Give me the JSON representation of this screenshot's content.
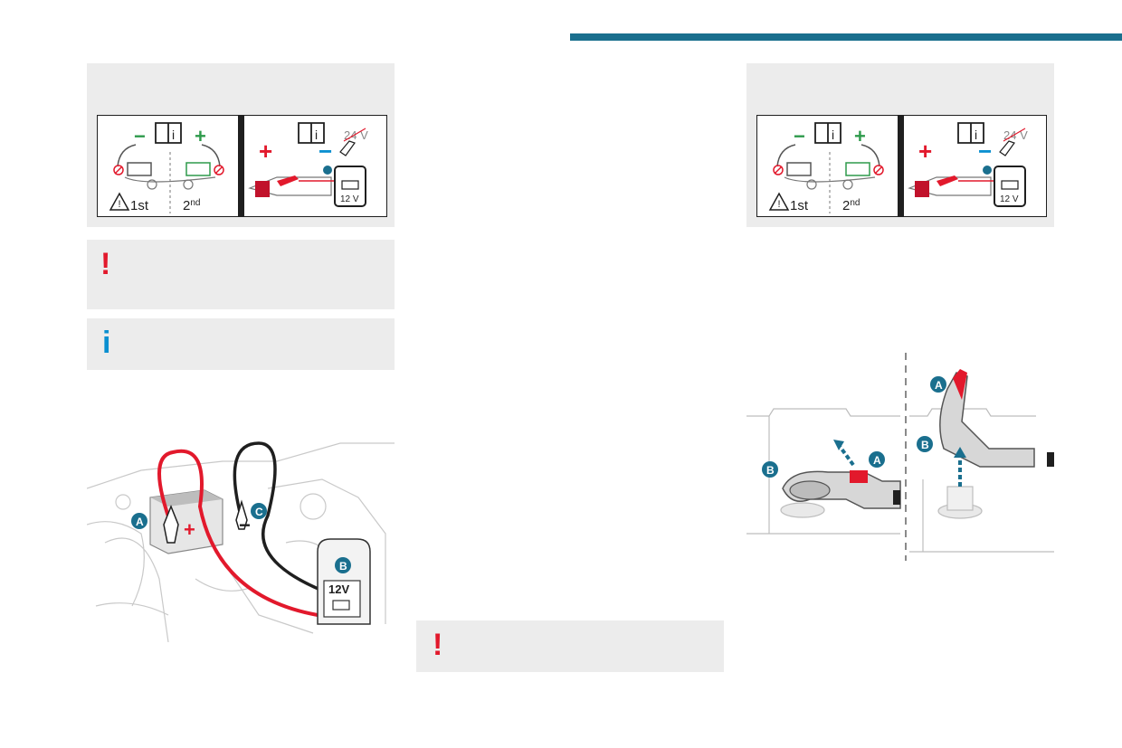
{
  "colors": {
    "accent_bar": "#1a6f8e",
    "warning": "#e2192c",
    "info": "#0a8fd0",
    "badge": "#1a6f8e",
    "panel_bg": "#ececec"
  },
  "label_card": {
    "minus": "−",
    "plus": "+",
    "first": "1st",
    "second_base": "2",
    "second_sup": "nd",
    "volt_24": "24 V",
    "volt_12": "12 V"
  },
  "notices": {
    "warning_mark": "!",
    "info_mark": "i"
  },
  "engine_illustration": {
    "badge_a": "A",
    "badge_b": "B",
    "badge_c": "C",
    "plus": "+",
    "minus": "−",
    "booster_voltage": "12V"
  },
  "clamp_illustration": {
    "badge_a": "A",
    "badge_b": "B"
  },
  "icons": [
    "manual-book-icon",
    "warning-triangle-icon",
    "battery-icon",
    "jump-clamp-icon",
    "booster-pack-icon",
    "exclamation-icon",
    "info-icon"
  ]
}
